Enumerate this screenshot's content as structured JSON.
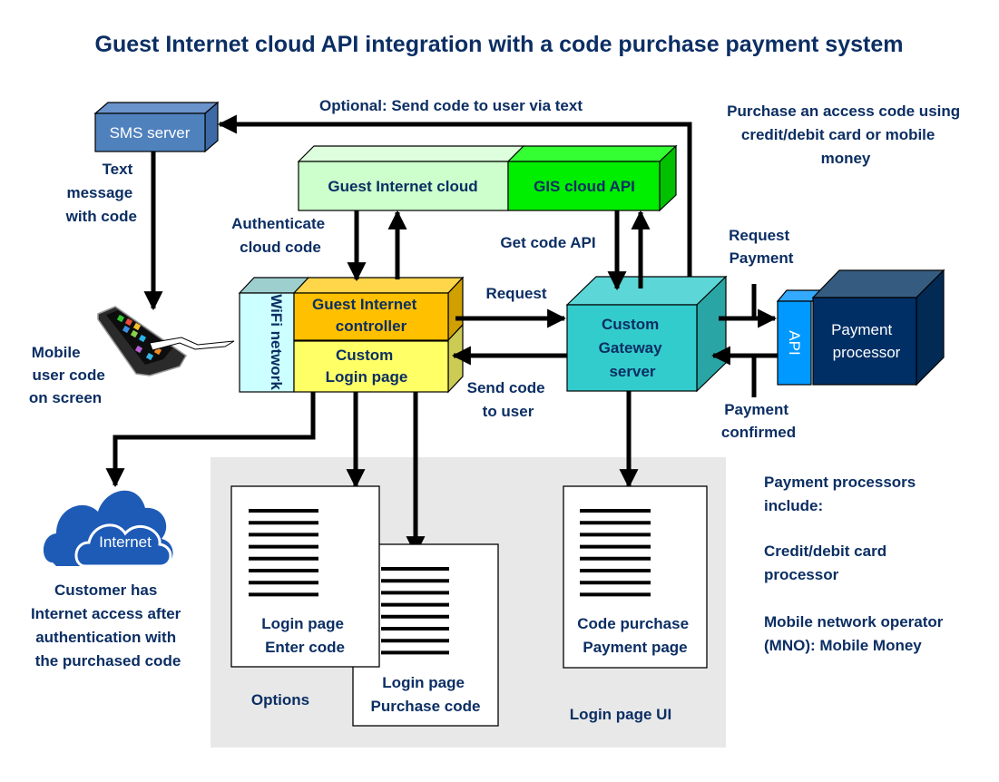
{
  "title": "Guest Internet cloud API integration with a code purchase payment system",
  "nodes": {
    "sms_server": "SMS server",
    "guest_internet_cloud": "Guest Internet cloud",
    "gis_cloud_api": "GIS cloud API",
    "wifi_network": "WiFi network",
    "gi_controller": [
      "Guest Internet",
      "controller"
    ],
    "custom_login_page": [
      "Custom",
      "Login page"
    ],
    "custom_gateway_server": [
      "Custom",
      "Gateway",
      "server"
    ],
    "api": "API",
    "payment_processor": [
      "Payment",
      "processor"
    ],
    "internet_cloud": "Internet"
  },
  "edge_labels": {
    "optional_sms": "Optional: Send code to user via text",
    "text_message": [
      "Text",
      "message",
      "with code"
    ],
    "authenticate": [
      "Authenticate",
      "cloud code"
    ],
    "get_code_api": "Get code API",
    "request": "Request",
    "send_code": [
      "Send code",
      "to user"
    ],
    "request_payment": [
      "Request",
      "Payment"
    ],
    "payment_confirmed": [
      "Payment",
      "confirmed"
    ]
  },
  "annotations": {
    "purchase_note": [
      "Purchase an access code using",
      "credit/debit card or mobile",
      "money"
    ],
    "mobile_user_code": [
      "Mobile",
      "user code",
      "on screen"
    ],
    "customer_access": [
      "Customer has",
      "Internet access after",
      "authentication with",
      "the purchased code"
    ],
    "processors_heading": [
      "Payment processors",
      "include:"
    ],
    "processor_card": [
      "Credit/debit card",
      "processor"
    ],
    "processor_mno": [
      "Mobile network operator",
      "(MNO): Mobile Money"
    ]
  },
  "pages": {
    "login_enter": [
      "Login page",
      "Enter code"
    ],
    "login_purchase": [
      "Login page",
      "Purchase code"
    ],
    "code_purchase": [
      "Code purchase",
      "Payment page"
    ],
    "options_label": "Options",
    "login_ui_label": "Login page UI"
  },
  "colors": {
    "text": "#0b2e63",
    "sms": "#4f81bd",
    "gi_cloud": "#ccffcc",
    "gis_api": "#00ee00",
    "wifi": "#ccffff",
    "controller": "#ffc000",
    "login": "#ffff66",
    "gateway": "#33cccc",
    "api": "#0099ff",
    "processor": "#002f65",
    "internet": "#1e5bb6",
    "panel": "#e8e8e8"
  }
}
